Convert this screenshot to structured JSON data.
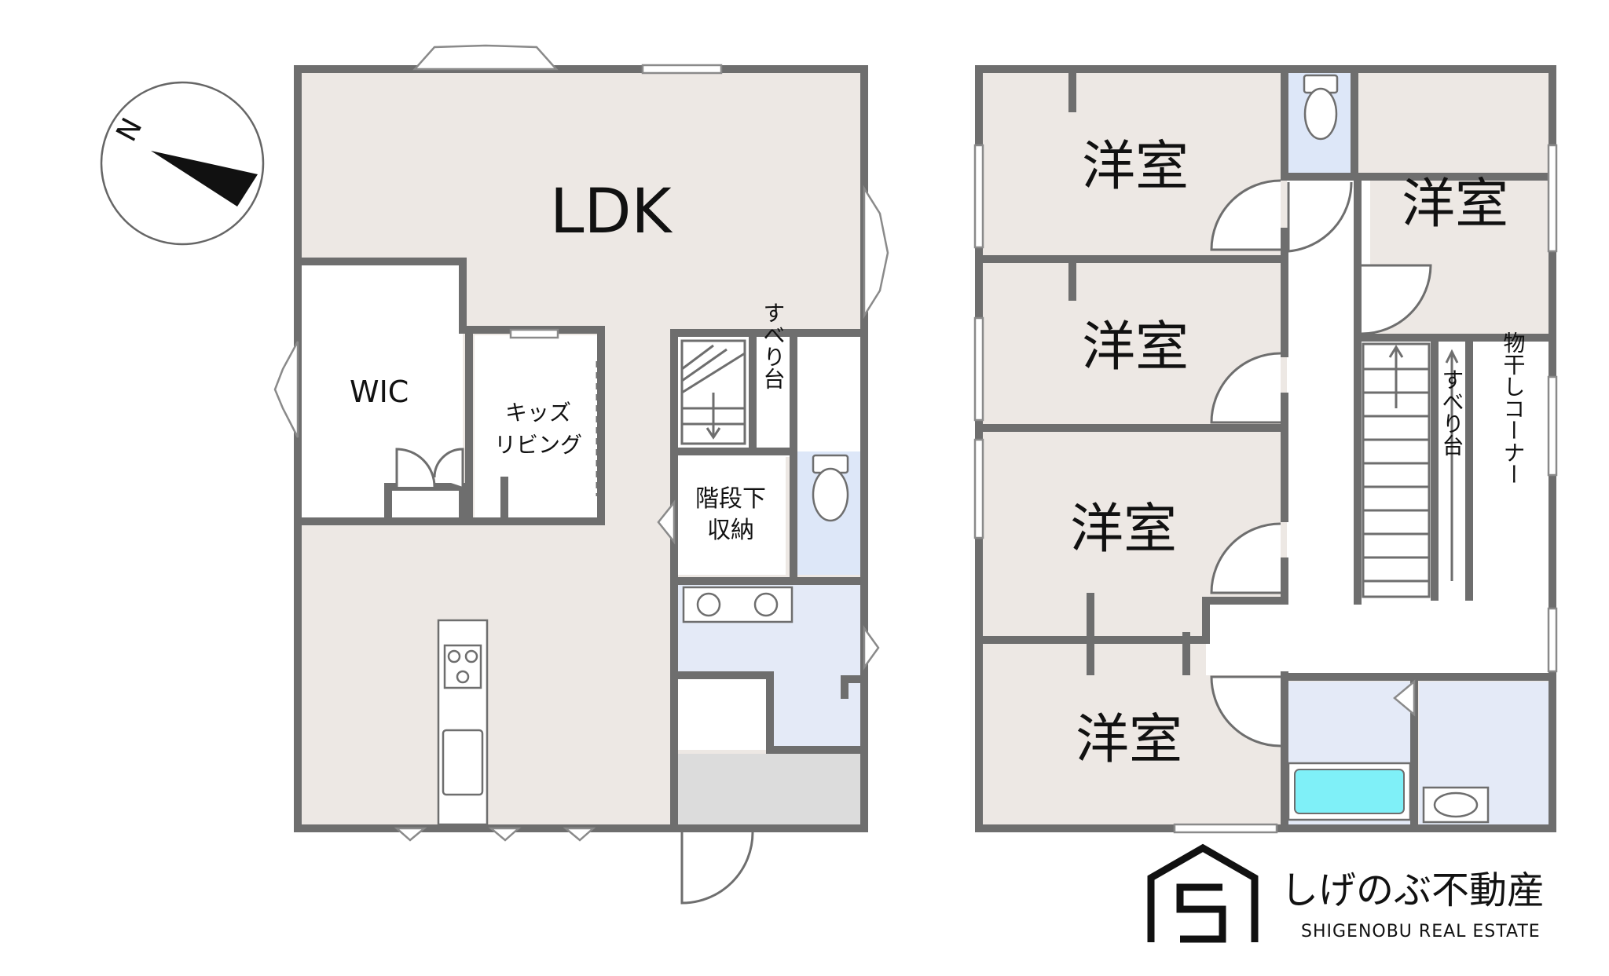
{
  "floor1": {
    "ldk_label": "LDK",
    "wic_label": "WIC",
    "kids_label_line1": "キッズ",
    "kids_label_line2": "リビング",
    "slide_label": "すべり台",
    "storage_label_line1": "階段下",
    "storage_label_line2": "収納"
  },
  "floor2": {
    "room_label": "洋室",
    "slide_label": "すべり台",
    "drying_label": "物干しコーナー"
  },
  "compass": {
    "letter": "N"
  },
  "logo": {
    "name_jp": "しげのぶ不動産",
    "name_en": "SHIGENOBU REAL ESTATE"
  },
  "colors": {
    "floor": "#ede8e4",
    "wet": "#e4eaf7",
    "toilet": "#dde7f8",
    "entrance": "#dcdcdc",
    "wall": "#6e6e6e",
    "bath": "#7ff0f8"
  }
}
